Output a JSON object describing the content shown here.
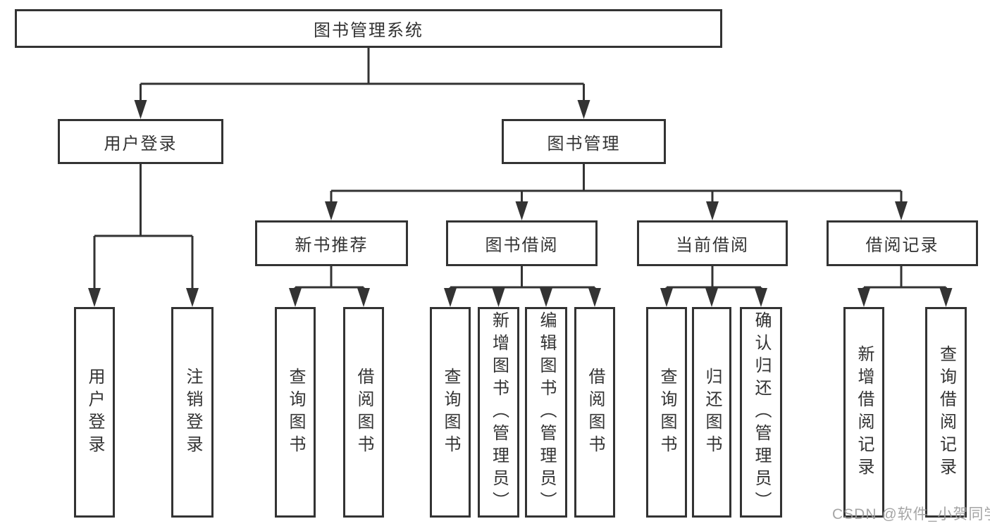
{
  "diagram_type": "hierarchy-tree",
  "tree": {
    "label": "图书管理系统",
    "children": [
      {
        "label": "用户登录",
        "children": [
          {
            "label": "用户登录"
          },
          {
            "label": "注销登录"
          }
        ]
      },
      {
        "label": "图书管理",
        "children": [
          {
            "label": "新书推荐",
            "children": [
              {
                "label": "查询图书"
              },
              {
                "label": "借阅图书"
              }
            ]
          },
          {
            "label": "图书借阅",
            "children": [
              {
                "label": "查询图书"
              },
              {
                "label": "新增图书（管理员）"
              },
              {
                "label": "编辑图书（管理员）"
              },
              {
                "label": "借阅图书"
              }
            ]
          },
          {
            "label": "当前借阅",
            "children": [
              {
                "label": "查询图书"
              },
              {
                "label": "归还图书"
              },
              {
                "label": "确认归还（管理员）"
              }
            ]
          },
          {
            "label": "借阅记录",
            "children": [
              {
                "label": "新增借阅记录"
              },
              {
                "label": "查询借阅记录"
              }
            ]
          }
        ]
      }
    ]
  },
  "watermark": "CSDN @软件_小贺同学",
  "colors": {
    "stroke": "#333333",
    "text": "#333333",
    "watermark": "#9c9c9c",
    "background": "#ffffff"
  }
}
